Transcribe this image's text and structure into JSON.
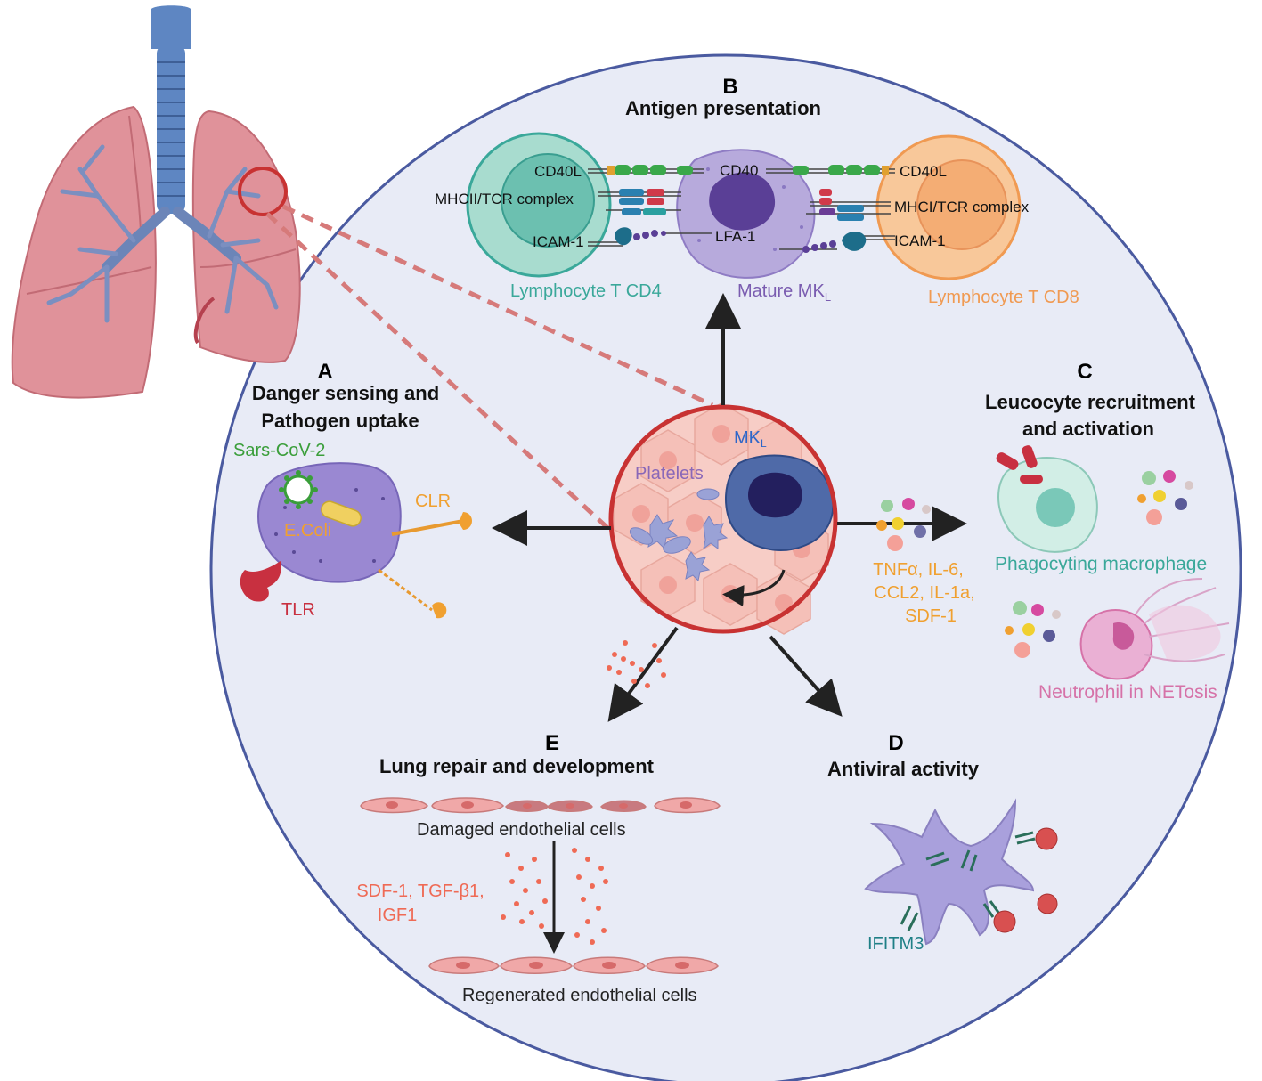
{
  "panels": {
    "A": {
      "letter": "A",
      "title_line1": "Danger sensing and",
      "title_line2": "Pathogen uptake"
    },
    "B": {
      "letter": "B",
      "title": "Antigen presentation"
    },
    "C": {
      "letter": "C",
      "title_line1": "Leucocyte recruitment",
      "title_line2": "and activation"
    },
    "D": {
      "letter": "D",
      "title": "Antiviral activity"
    },
    "E": {
      "letter": "E",
      "title": "Lung repair and development"
    }
  },
  "labels": {
    "sars_cov_2": "Sars-CoV-2",
    "e_coli": "E.Coli",
    "clr": "CLR",
    "tlr": "TLR",
    "cd40l_left": "CD40L",
    "mhcii_tcr": "MHCII/TCR complex",
    "icam1_left": "ICAM-1",
    "cd40": "CD40",
    "lfa1": "LFA-1",
    "cd40l_right": "CD40L",
    "mhci_tcr": "MHCI/TCR complex",
    "icam1_right": "ICAM-1",
    "lymphocyte_cd4": "Lymphocyte T CD4",
    "mature_mk": "Mature MK",
    "mk_subscript": "L",
    "lymphocyte_cd8": "Lymphocyte T CD8",
    "mk_center": "MK",
    "platelets": "Platelets",
    "cytokines_line1": "TNFα, IL-6,",
    "cytokines_line2": "CCL2, IL-1a,",
    "cytokines_line3": "SDF-1",
    "phagocyting_macrophage": "Phagocyting macrophage",
    "neutrophil_netosis": "Neutrophil in NETosis",
    "ifitm3": "IFITM3",
    "damaged_cells": "Damaged endothelial cells",
    "factors_line1": "SDF-1, TGF-β1,",
    "factors_line2": "IGF1",
    "regenerated_cells": "Regenerated endothelial cells"
  },
  "colors": {
    "circle_fill": "#e8ebf6",
    "circle_stroke": "#4a5aa0",
    "lung": "#e0929a",
    "trachea": "#5e86c2",
    "center_ring": "#c83232",
    "cd4": "#3aa89a",
    "cd8": "#f09a52",
    "mk_purple": "#7a5cb0",
    "green": "#3a9e3a",
    "orange": "#f0a030",
    "red": "#c83040",
    "pink": "#d672a8",
    "salmon": "#ef6a55",
    "teal_dark": "#1f7f86"
  }
}
